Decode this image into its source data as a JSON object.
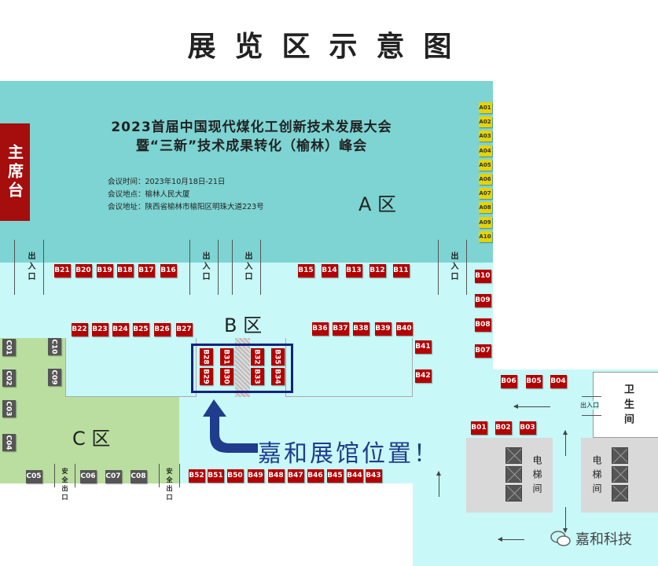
{
  "title": "展览区示意图",
  "conference": {
    "line1": "2023首届中国现代煤化工创新技术发展大会",
    "line2": "暨“三新”技术成果转化（榆林）峰会",
    "time": "会议时间：2023年10月18日-21日",
    "venue": "会议地点：榆林人民大厦",
    "address": "会议地址：陕西省榆林市榆阳区明珠大道223号"
  },
  "stage": "主席台",
  "zones": {
    "a": "A 区",
    "b": "B 区",
    "c": "C 区"
  },
  "exit_label": "出入口",
  "safe_exit_label": "安全出口",
  "toilet": "卫生间",
  "elevator": "电梯间",
  "location_callout": "嘉和展馆位置！",
  "watermark": "嘉和科技",
  "booths_a": [
    "A01",
    "A02",
    "A03",
    "A04",
    "A05",
    "A06",
    "A07",
    "A08",
    "A09",
    "A10"
  ],
  "booths_b": [
    "B01",
    "B02",
    "B03",
    "B04",
    "B05",
    "B06",
    "B07",
    "B08",
    "B09",
    "B10",
    "B11",
    "B12",
    "B13",
    "B14",
    "B15",
    "B16",
    "B17",
    "B18",
    "B19",
    "B20",
    "B21",
    "B22",
    "B23",
    "B24",
    "B25",
    "B26",
    "B27",
    "B28",
    "B29",
    "B30",
    "B31",
    "B32",
    "B33",
    "B34",
    "B35",
    "B36",
    "B37",
    "B38",
    "B39",
    "B40",
    "B41",
    "B42",
    "B43",
    "B44",
    "B45",
    "B46",
    "B47",
    "B48",
    "B49",
    "B50",
    "B51",
    "B52"
  ],
  "booths_c": [
    "C01",
    "C02",
    "C03",
    "C04",
    "C05",
    "C06",
    "C07",
    "C08",
    "C09",
    "C10"
  ],
  "colors": {
    "zone_a": "#7dd4d2",
    "zone_b": "#c8f8f8",
    "zone_c": "#b9dea0",
    "booth_b": "#b30000",
    "booth_c": "#555555",
    "booth_a": "#e6d400",
    "highlight": "#13237e"
  }
}
